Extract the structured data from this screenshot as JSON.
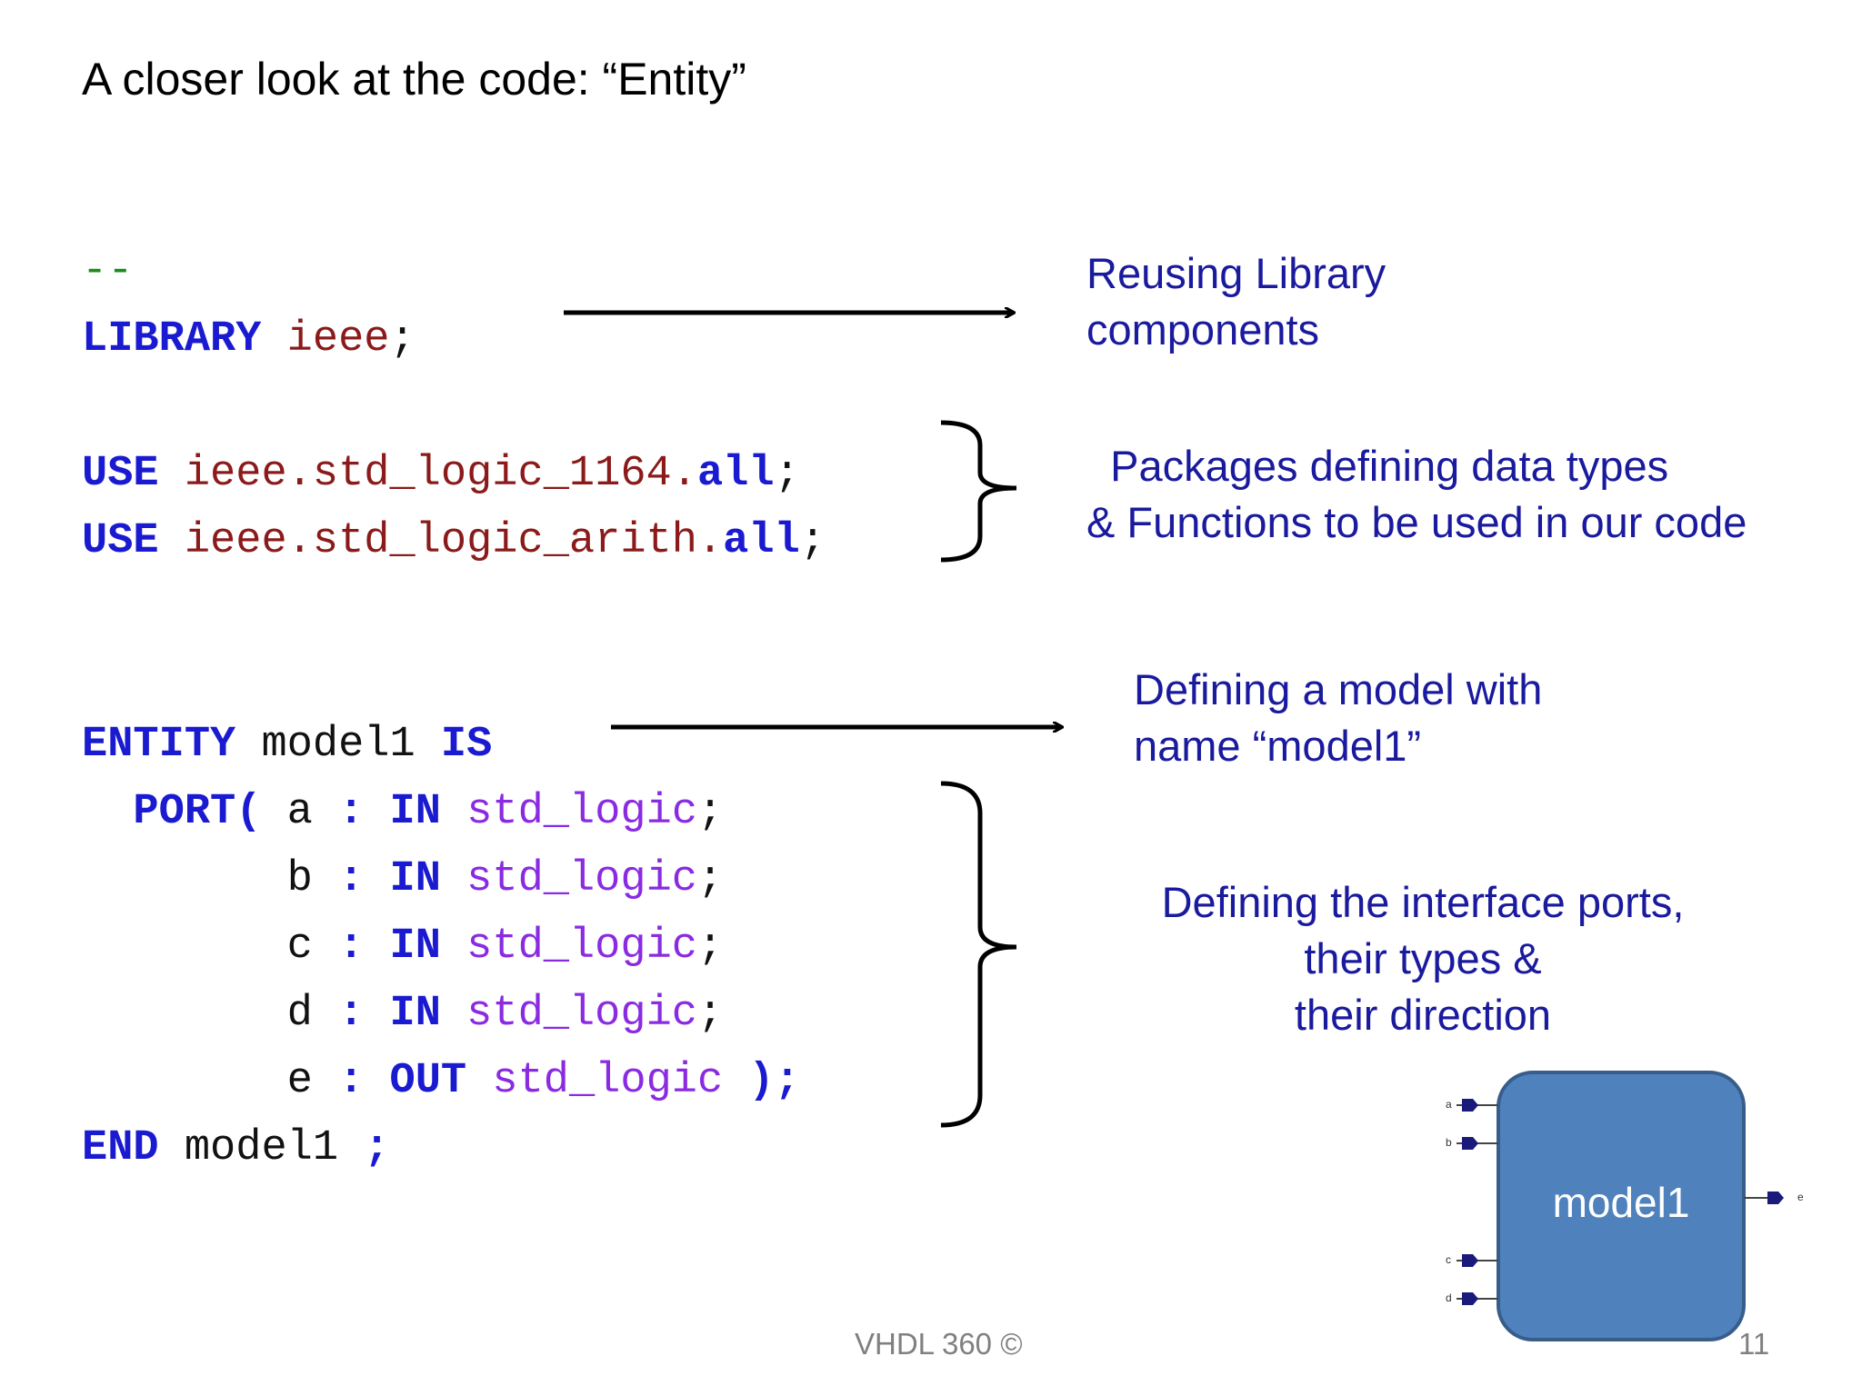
{
  "slide": {
    "title": "A closer look at the code: “Entity”",
    "footer_center": "VHDL 360 ©",
    "page_number": "11"
  },
  "code": {
    "comment": "--",
    "lib_kw": "LIBRARY",
    "lib_name": "ieee",
    "semi": ";",
    "use_kw": "USE",
    "use1_pkg": "ieee.std_logic_1164.",
    "use2_pkg": "ieee.std_logic_arith.",
    "all_kw": "all",
    "entity_kw": "ENTITY",
    "entity_name": "model1",
    "is_kw": "IS",
    "port_kw": "PORT(",
    "colon": ":",
    "in_kw": "IN",
    "out_kw": "OUT",
    "type": "std_logic",
    "close": ");",
    "end_kw": "END",
    "ports": [
      "a",
      "b",
      "c",
      "d",
      "e"
    ]
  },
  "annotations": {
    "library": [
      "Reusing Library",
      "components"
    ],
    "packages": [
      "  Packages defining data types",
      "& Functions to be used in our code"
    ],
    "entity": [
      "Defining a model with",
      "name “model1”"
    ],
    "ports": [
      "Defining the interface ports,",
      "their types &",
      "their direction"
    ]
  },
  "diagram": {
    "block_label": "model1",
    "inputs": [
      "a",
      "b",
      "c",
      "d"
    ],
    "output": "e",
    "fill_color": "#4f81bd",
    "border_color": "#385d8a"
  }
}
